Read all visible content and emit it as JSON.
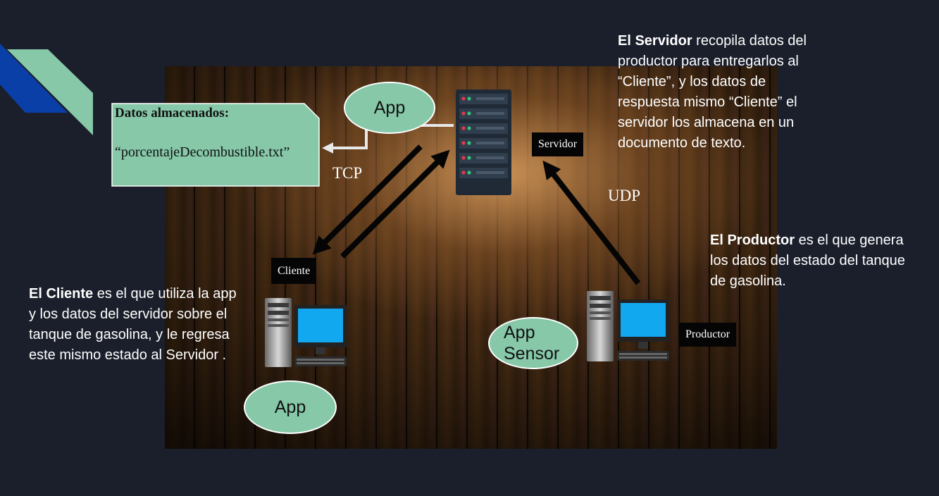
{
  "note": {
    "title": "Datos almacenados:",
    "file": "“porcentajeDecombustible.txt”"
  },
  "bubbles": {
    "app_top": "App",
    "app_bottom": "App",
    "app_sensor_line1": "App",
    "app_sensor_line2": "Sensor"
  },
  "tags": {
    "servidor": "Servidor",
    "cliente": "Cliente",
    "productor": "Productor"
  },
  "protocols": {
    "tcp": "TCP",
    "udp": "UDP"
  },
  "descriptions": {
    "servidor": {
      "bold": "El Servidor",
      "rest": " recopila datos del productor para entregarlos al “Cliente”, y los datos de respuesta mismo “Cliente” el servidor los almacena en un documento de texto."
    },
    "productor": {
      "bold": "El Productor",
      "rest": " es el que genera los datos del estado del tanque de gasolina."
    },
    "cliente": {
      "bold": "El Cliente",
      "rest": " es el que utiliza la app y los datos del servidor sobre el tanque de gasolina, y le regresa este mismo estado al Servidor ."
    }
  },
  "colors": {
    "background": "#1a1f2b",
    "accent_green": "#86c8a8",
    "accent_blue": "#0b3fa8",
    "server_body": "#1f2a36",
    "monitor_screen": "#12a8f0"
  },
  "icons": [
    "server-rack-icon",
    "computer-icon",
    "arrow-icon"
  ]
}
